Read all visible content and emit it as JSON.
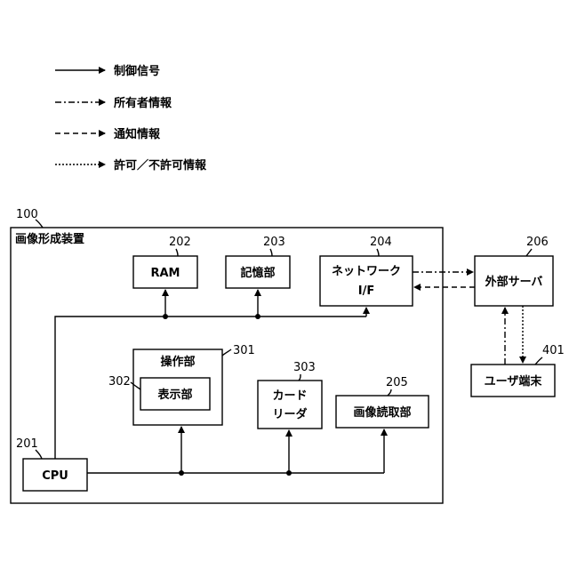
{
  "legend": [
    {
      "style": "solid",
      "label": "制御信号"
    },
    {
      "style": "dash-dot",
      "label": "所有者情報"
    },
    {
      "style": "dashed",
      "label": "通知情報"
    },
    {
      "style": "dotted",
      "label": "許可／不許可情報"
    }
  ],
  "device": {
    "ref": "100",
    "title": "画像形成装置"
  },
  "components": {
    "ram": {
      "ref": "202",
      "label": "RAM"
    },
    "storage": {
      "ref": "203",
      "label": "記憶部"
    },
    "network": {
      "ref": "204",
      "label_line1": "ネットワーク",
      "label_line2": "I/F"
    },
    "operation": {
      "ref": "301",
      "label": "操作部"
    },
    "display": {
      "ref": "302",
      "label": "表示部"
    },
    "card_reader": {
      "ref": "303",
      "label_line1": "カード",
      "label_line2": "リーダ"
    },
    "scanner": {
      "ref": "205",
      "label": "画像読取部"
    },
    "cpu": {
      "ref": "201",
      "label": "CPU"
    },
    "server": {
      "ref": "206",
      "label": "外部サーバ"
    },
    "terminal": {
      "ref": "401",
      "label": "ユーザ端末"
    }
  }
}
